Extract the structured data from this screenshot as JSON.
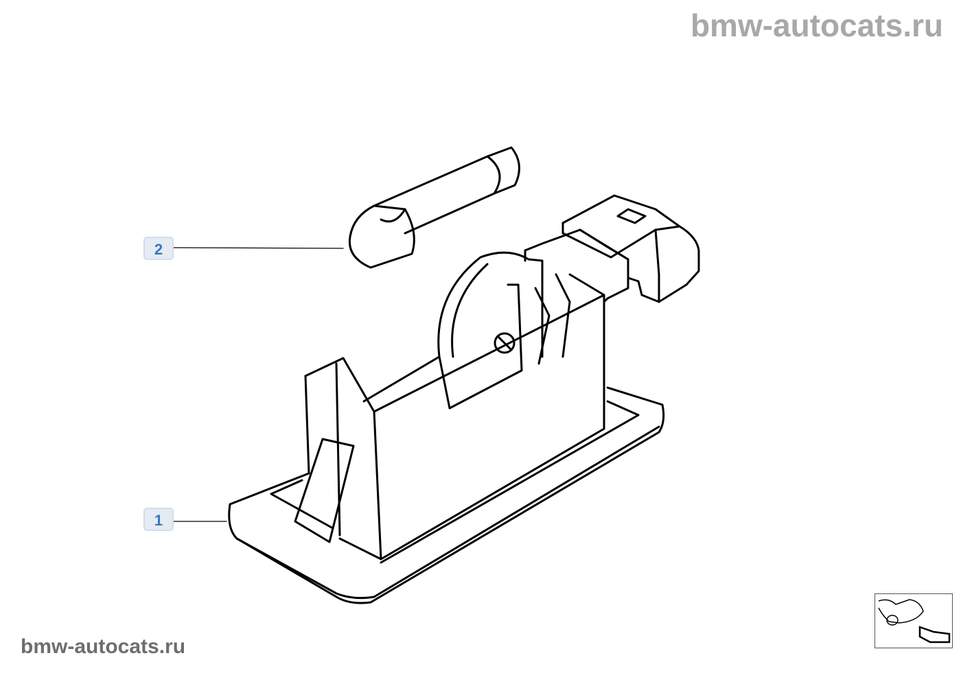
{
  "watermark_top": "bmw-autocats.ru",
  "watermark_bottom": "bmw-autocats.ru",
  "callouts": [
    {
      "label": "2",
      "part": "bulb"
    },
    {
      "label": "1",
      "part": "license-plate-lamp-housing"
    }
  ],
  "colors": {
    "callout_text": "#3a78bf",
    "callout_bg": "#e4ebf3",
    "watermark": "#a8a8a8"
  }
}
